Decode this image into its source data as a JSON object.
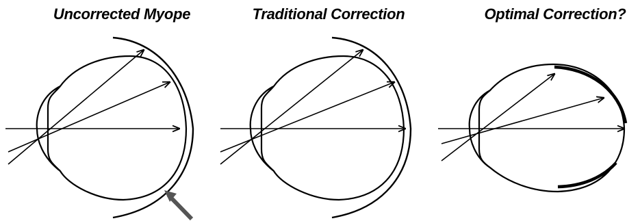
{
  "panels": [
    {
      "title": "Uncorrected Myope"
    },
    {
      "title": "Traditional Correction"
    },
    {
      "title": "Optimal Correction?"
    }
  ],
  "colors": {
    "ink": "#000000",
    "pointer": "#555555",
    "background": "#ffffff"
  }
}
